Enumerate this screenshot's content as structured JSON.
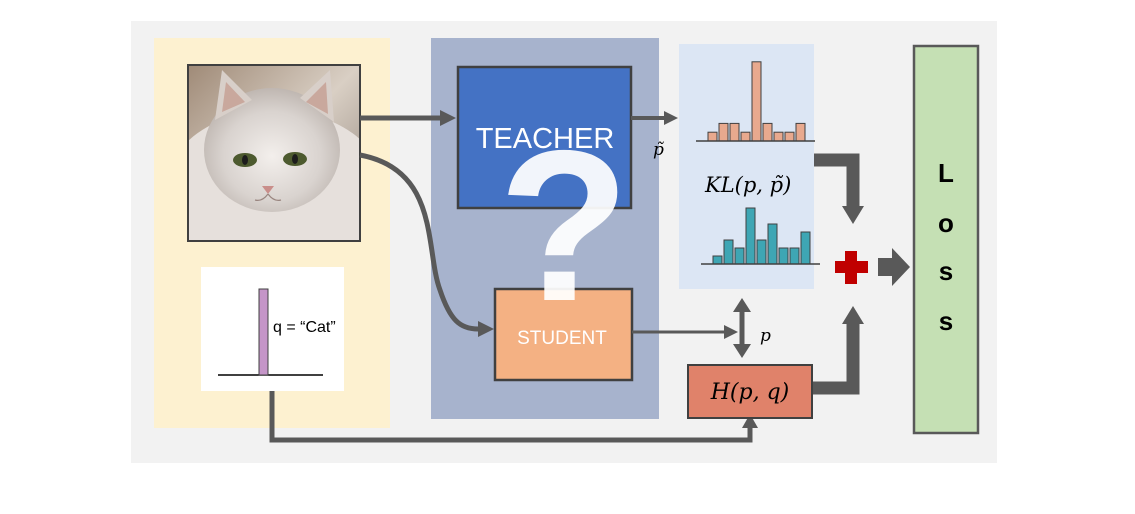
{
  "teacher": {
    "label": "TEACHER"
  },
  "student": {
    "label": "STUDENT"
  },
  "label_text": "q = “Cat”",
  "p_tilde": "p̃",
  "p": "p",
  "kl": "KL(p, p̃)",
  "cross_entropy": "H(p, q)",
  "question_mark": "?",
  "loss": {
    "letters": [
      "L",
      "o",
      "s",
      "s"
    ]
  },
  "image": {
    "subject": "white-persian-cat"
  },
  "colors": {
    "canvas": "#f2f2f2",
    "input_panel": "#fdf1d0",
    "model_panel": "#a7b3cd",
    "teacher": "#4472c4",
    "student": "#f4b183",
    "dist_panel": "#dce6f4",
    "teacher_bars": "#e8a98e",
    "student_bars": "#3ea6b4",
    "ce_box": "#e0826a",
    "loss_box": "#c5e0b4",
    "plus": "#c00000",
    "arrow": "#595959",
    "label_bar": "#c595c8"
  },
  "chart_data": [
    {
      "type": "bar",
      "name": "teacher_distribution",
      "values": [
        1,
        2,
        2,
        1,
        9,
        2,
        1,
        1,
        2
      ]
    },
    {
      "type": "bar",
      "name": "student_distribution",
      "values": [
        1,
        3,
        2,
        7,
        3,
        5,
        2,
        2,
        4
      ]
    }
  ]
}
